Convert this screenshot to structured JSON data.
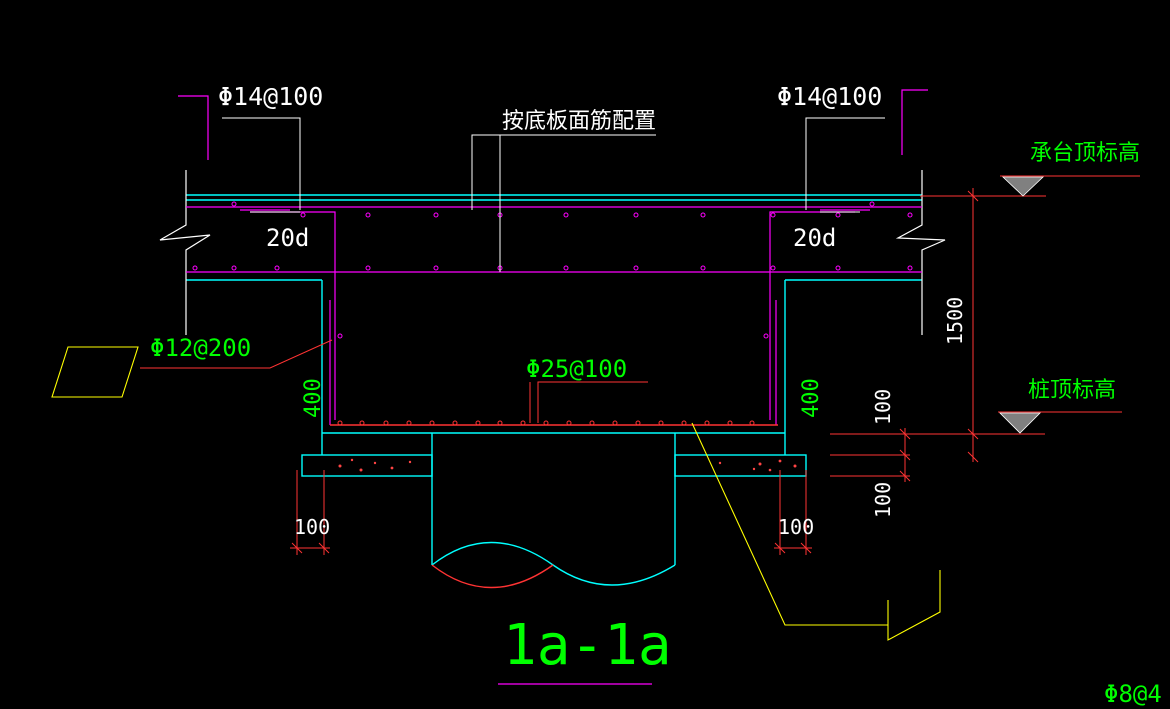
{
  "drawing": {
    "title": "1a-1a",
    "labels": {
      "top_left_rebar": "Φ14@100",
      "top_right_rebar": "Φ14@100",
      "top_center_note": "按底板面筋配置",
      "anchor_left": "20d",
      "anchor_right": "20d",
      "side_rebar": "Φ12@200",
      "bottom_rebar": "Φ25@100",
      "elev_cap_top": "承台顶标高",
      "elev_pile_top": "桩顶标高",
      "dim_left_400": "400",
      "dim_right_400": "400",
      "dim_1500": "1500",
      "dim_100_upper": "100",
      "dim_100_lower": "100",
      "dim_100_left": "100",
      "dim_100_right": "100",
      "corner_rebar": "Φ8@4"
    }
  },
  "colors": {
    "background": "#000000",
    "cyan": "#00ffff",
    "magenta": "#ff00ff",
    "white": "#ffffff",
    "green": "#00ff00",
    "red": "#ff0000",
    "yellow": "#ffff00",
    "grey": "#808080"
  }
}
